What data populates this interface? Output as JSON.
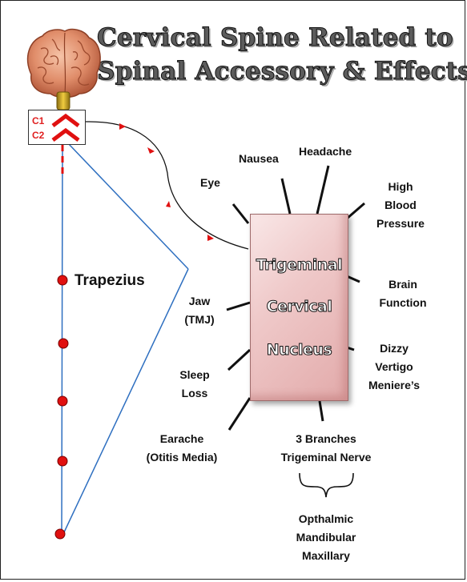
{
  "title": {
    "line1": "Cervical Spine Related to",
    "line2": "Spinal Accessory & Effects"
  },
  "vertebrae": {
    "c1": "C1",
    "c2": "C2"
  },
  "muscle_label": "Trapezius",
  "nucleus": {
    "line1": "Trigeminal",
    "line2": "Cervical",
    "line3": "Nucleus"
  },
  "effects": {
    "eye": "Eye",
    "nausea": "Nausea",
    "headache": "Headache",
    "high_blood_pressure": [
      "High",
      "Blood",
      "Pressure"
    ],
    "brain_function": [
      "Brain",
      "Function"
    ],
    "dizzy": [
      "Dizzy",
      "Vertigo",
      "Meniere’s"
    ],
    "jaw": [
      "Jaw",
      "(TMJ)"
    ],
    "sleep": [
      "Sleep",
      "Loss"
    ],
    "earache": [
      "Earache",
      "(Otitis Media)"
    ],
    "branches": [
      "3 Branches",
      "Trigeminal Nerve"
    ]
  },
  "trigeminal_branches": [
    "Opthalmic",
    "Mandibular",
    "Maxillary"
  ],
  "colors": {
    "nerve_line": "#2e6fc0",
    "marker_red": "#e01010",
    "nucleus_fill": "#e8b8b8",
    "title_fill": "#5c5c5c"
  },
  "icons": [
    "brain-icon",
    "vertebra-chevron-icon"
  ]
}
